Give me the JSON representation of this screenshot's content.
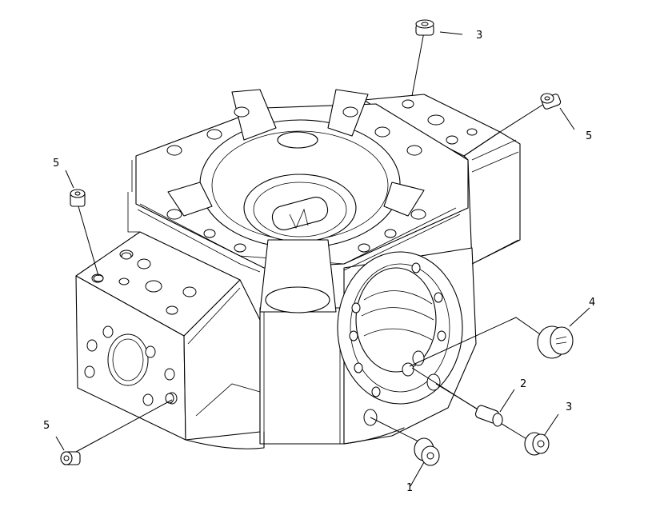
{
  "callouts": {
    "c1": "1",
    "c2": "2",
    "c3_top": "3",
    "c3_right": "3",
    "c4": "4",
    "c5_topright": "5",
    "c5_left": "5",
    "c5_bottomleft": "5"
  }
}
